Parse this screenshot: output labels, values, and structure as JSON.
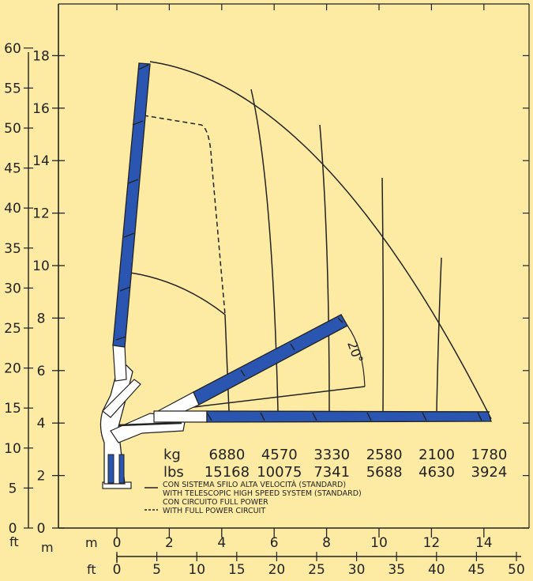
{
  "colors": {
    "background": "#fdeaa3",
    "boom_blue": "#2a55b0",
    "boom_white": "#ffffff",
    "line": "#222222"
  },
  "axes": {
    "left_ft": {
      "unit": "ft",
      "ticks": [
        "60",
        "55",
        "50",
        "45",
        "40",
        "35",
        "30",
        "25",
        "20",
        "15",
        "10",
        "5",
        "0"
      ]
    },
    "left_m": {
      "unit": "m",
      "ticks": [
        "18",
        "16",
        "14",
        "12",
        "10",
        "8",
        "6",
        "4",
        "2",
        "0"
      ]
    },
    "bottom_m": {
      "unit": "m",
      "ticks": [
        "0",
        "2",
        "4",
        "6",
        "8",
        "10",
        "12",
        "14"
      ]
    },
    "bottom_ft": {
      "unit": "ft",
      "ticks": [
        "0",
        "5",
        "10",
        "15",
        "20",
        "25",
        "30",
        "35",
        "40",
        "45",
        "50"
      ]
    }
  },
  "load_table": {
    "kg_label": "kg",
    "lbs_label": "lbs",
    "rows": [
      {
        "reach_m": 4.2,
        "kg": "6880",
        "lbs": "15168"
      },
      {
        "reach_m": 6.2,
        "kg": "4570",
        "lbs": "10075"
      },
      {
        "reach_m": 8.2,
        "kg": "3330",
        "lbs": "7341"
      },
      {
        "reach_m": 10.2,
        "kg": "2580",
        "lbs": "5688"
      },
      {
        "reach_m": 12.2,
        "kg": "2100",
        "lbs": "4630"
      },
      {
        "reach_m": 14.2,
        "kg": "1780",
        "lbs": "3924"
      }
    ]
  },
  "angle_label": "20°",
  "legend": {
    "solid_line_1": "CON SISTEMA SFILO ALTA VELOCITÀ (STANDARD)",
    "solid_line_2": "WITH TELESCOPIC HIGH SPEED SYSTEM (STANDARD)",
    "dashed_line_1": "CON CIRCUITO FULL POWER",
    "dashed_line_2": "WITH FULL POWER CIRCUIT"
  }
}
